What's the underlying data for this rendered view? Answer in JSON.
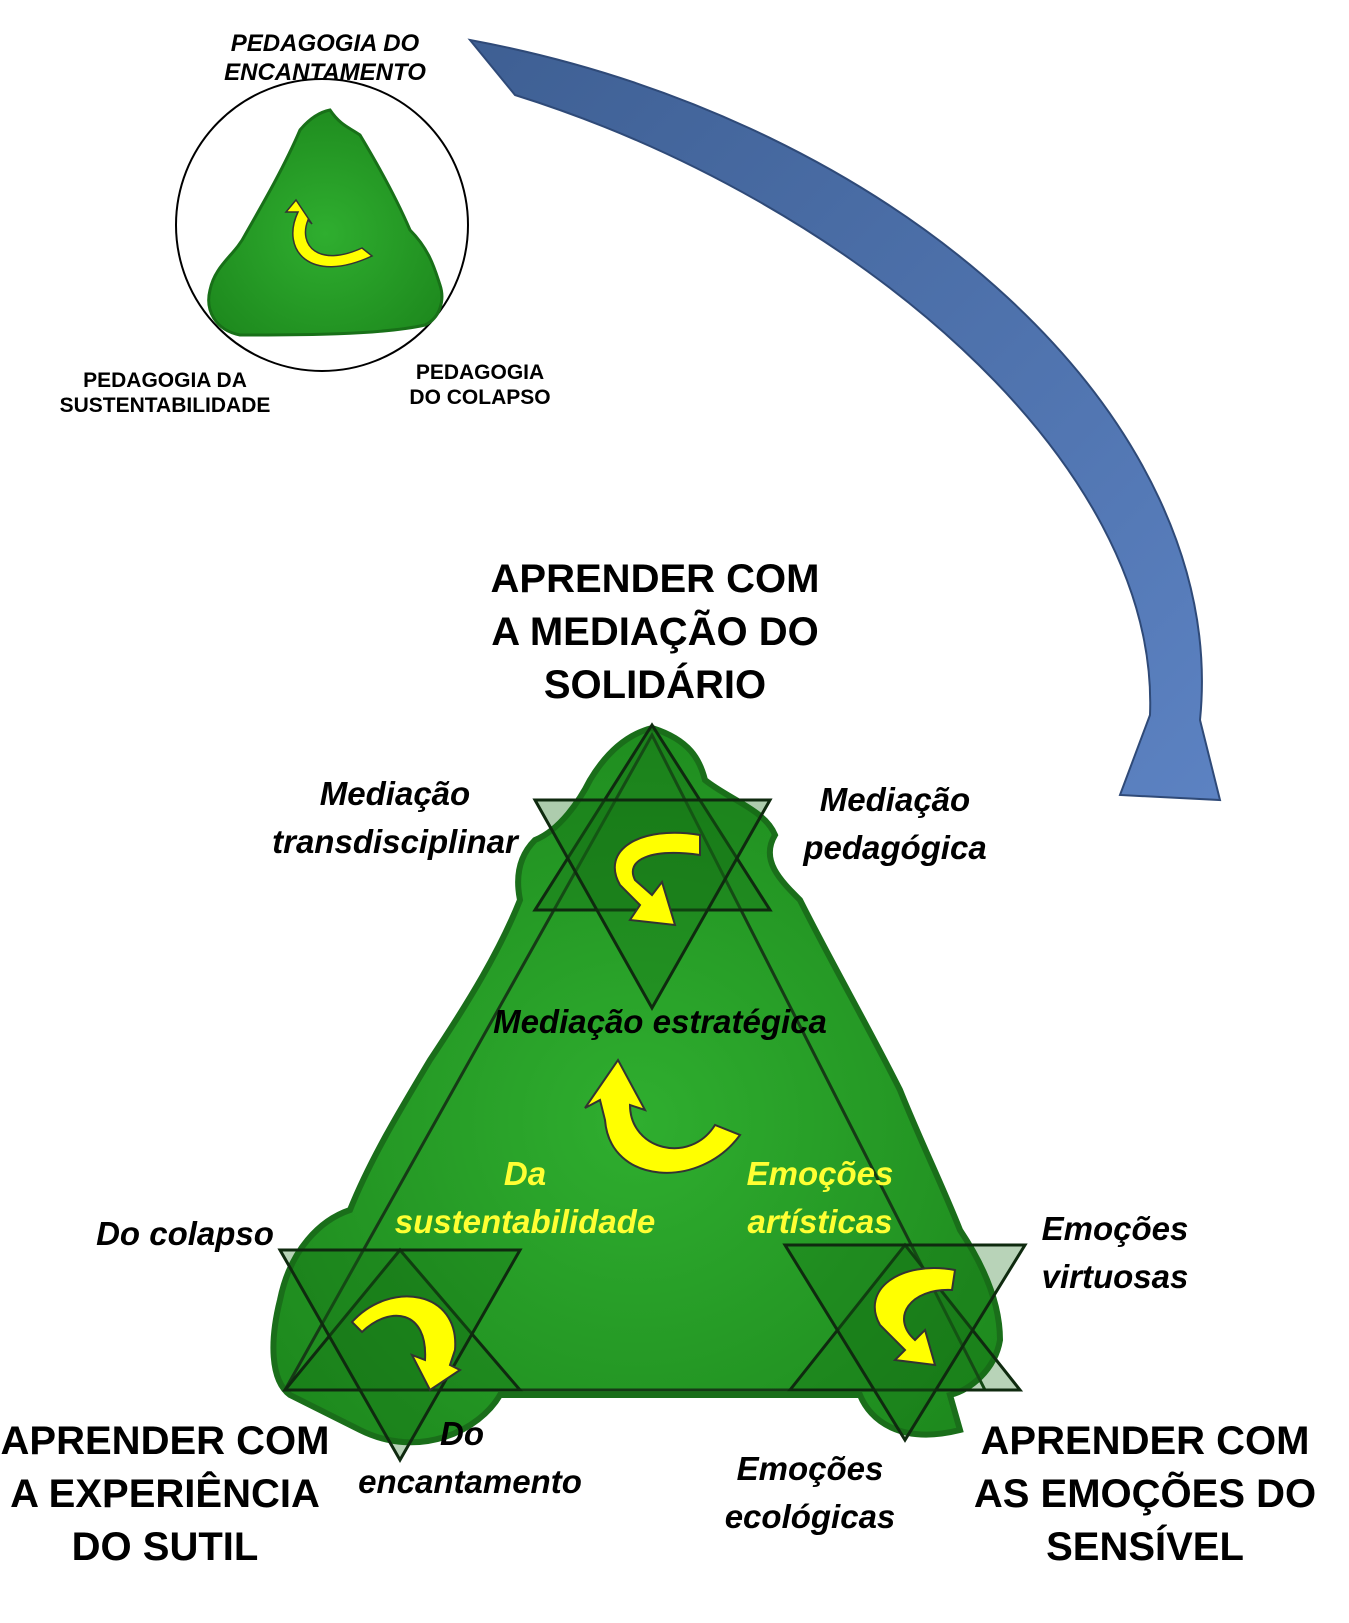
{
  "small_diagram": {
    "top_label": [
      "PEDAGOGIA DO",
      "ENCANTAMENTO"
    ],
    "left_label": [
      "PEDAGOGIA DA",
      "SUSTENTABILIDADE"
    ],
    "right_label": [
      "PEDAGOGIA",
      "DO COLAPSO"
    ]
  },
  "large_diagram": {
    "top_title": [
      "APRENDER COM",
      "A MEDIAÇÃO DO",
      "SOLIDÁRIO"
    ],
    "left_title": [
      "APRENDER COM",
      "A EXPERIÊNCIA",
      "DO SUTIL"
    ],
    "right_title": [
      "APRENDER COM",
      "AS EMOÇÕES DO",
      "SENSÍVEL"
    ],
    "top_left": [
      "Mediação",
      "transdisciplinar"
    ],
    "top_right": [
      "Mediação",
      "pedagógica"
    ],
    "center": "Mediação estratégica",
    "inner_left": [
      "Da",
      "sustentabilidade"
    ],
    "inner_right": [
      "Emoções",
      "artísticas"
    ],
    "bottom_left_outer": "Do colapso",
    "bottom_left_inner": [
      "Do",
      "encantamento"
    ],
    "right_upper": [
      "Emoções",
      "virtuosas"
    ],
    "right_lower": [
      "Emoções",
      "ecológicas"
    ]
  },
  "colors": {
    "green": "#22a322",
    "dark_green": "#1d7a1d",
    "yellow_arrow": "#ffff00",
    "blue_arrow": "#4a6fa8"
  }
}
